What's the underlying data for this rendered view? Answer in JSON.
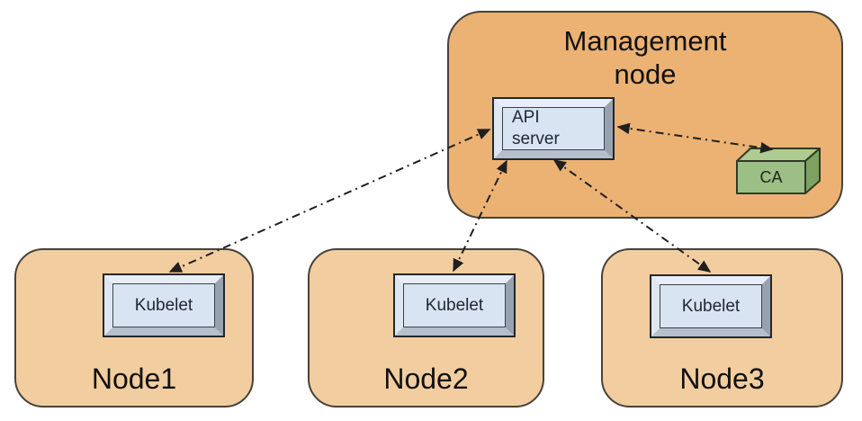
{
  "diagram": {
    "management_node": {
      "title": "Management\nnode",
      "api_server": {
        "label": "API\nserver"
      },
      "ca": {
        "label": "CA"
      }
    },
    "nodes": [
      {
        "label": "Node1",
        "component": "Kubelet"
      },
      {
        "label": "Node2",
        "component": "Kubelet"
      },
      {
        "label": "Node3",
        "component": "Kubelet"
      }
    ],
    "connections": [
      {
        "from": "api-server",
        "to": "node1-kubelet",
        "style": "dash-dot",
        "bidirectional": true
      },
      {
        "from": "api-server",
        "to": "node2-kubelet",
        "style": "dash-dot",
        "bidirectional": true
      },
      {
        "from": "api-server",
        "to": "node3-kubelet",
        "style": "dash-dot",
        "bidirectional": true
      },
      {
        "from": "api-server",
        "to": "ca",
        "style": "dash-dot",
        "bidirectional": true
      }
    ],
    "colors": {
      "management_fill": "#ebb274",
      "worker_fill": "#f2cd9f",
      "box_face": "#d9e4f2",
      "ca_front": "#9cbf85",
      "ca_top": "#aecb92",
      "ca_side": "#7da261",
      "line": "#1f1f1f"
    }
  }
}
